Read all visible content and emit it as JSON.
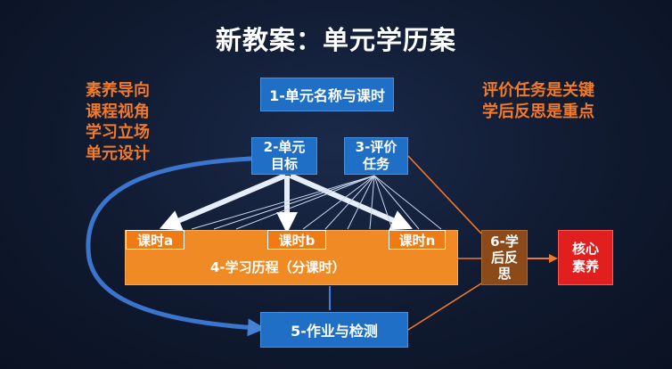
{
  "title": "新教案：单元学历案",
  "left_list": [
    "素养导向",
    "课程视角",
    "学习立场",
    "单元设计"
  ],
  "right_list": [
    "评价任务是关键",
    "学后反思是重点"
  ],
  "boxes": {
    "unit_name": "1-单元名称与课时",
    "unit_goal": [
      "2-单元",
      "目标"
    ],
    "assessment": [
      "3-评价",
      "任务"
    ],
    "lesson_a": "课时a",
    "lesson_b": "课时b",
    "lesson_n": "课时n",
    "learning_process": "4-学习历程（分课时）",
    "homework": "5-作业与检测",
    "reflection": [
      "6-学",
      "后反",
      "思"
    ],
    "core": [
      "核心",
      "素养"
    ]
  },
  "colors": {
    "blue": "#1f6fc6",
    "orange": "#f08a24",
    "brown": "#8b4a18",
    "red": "#e21f1f",
    "side_text": "#f07a2a"
  }
}
